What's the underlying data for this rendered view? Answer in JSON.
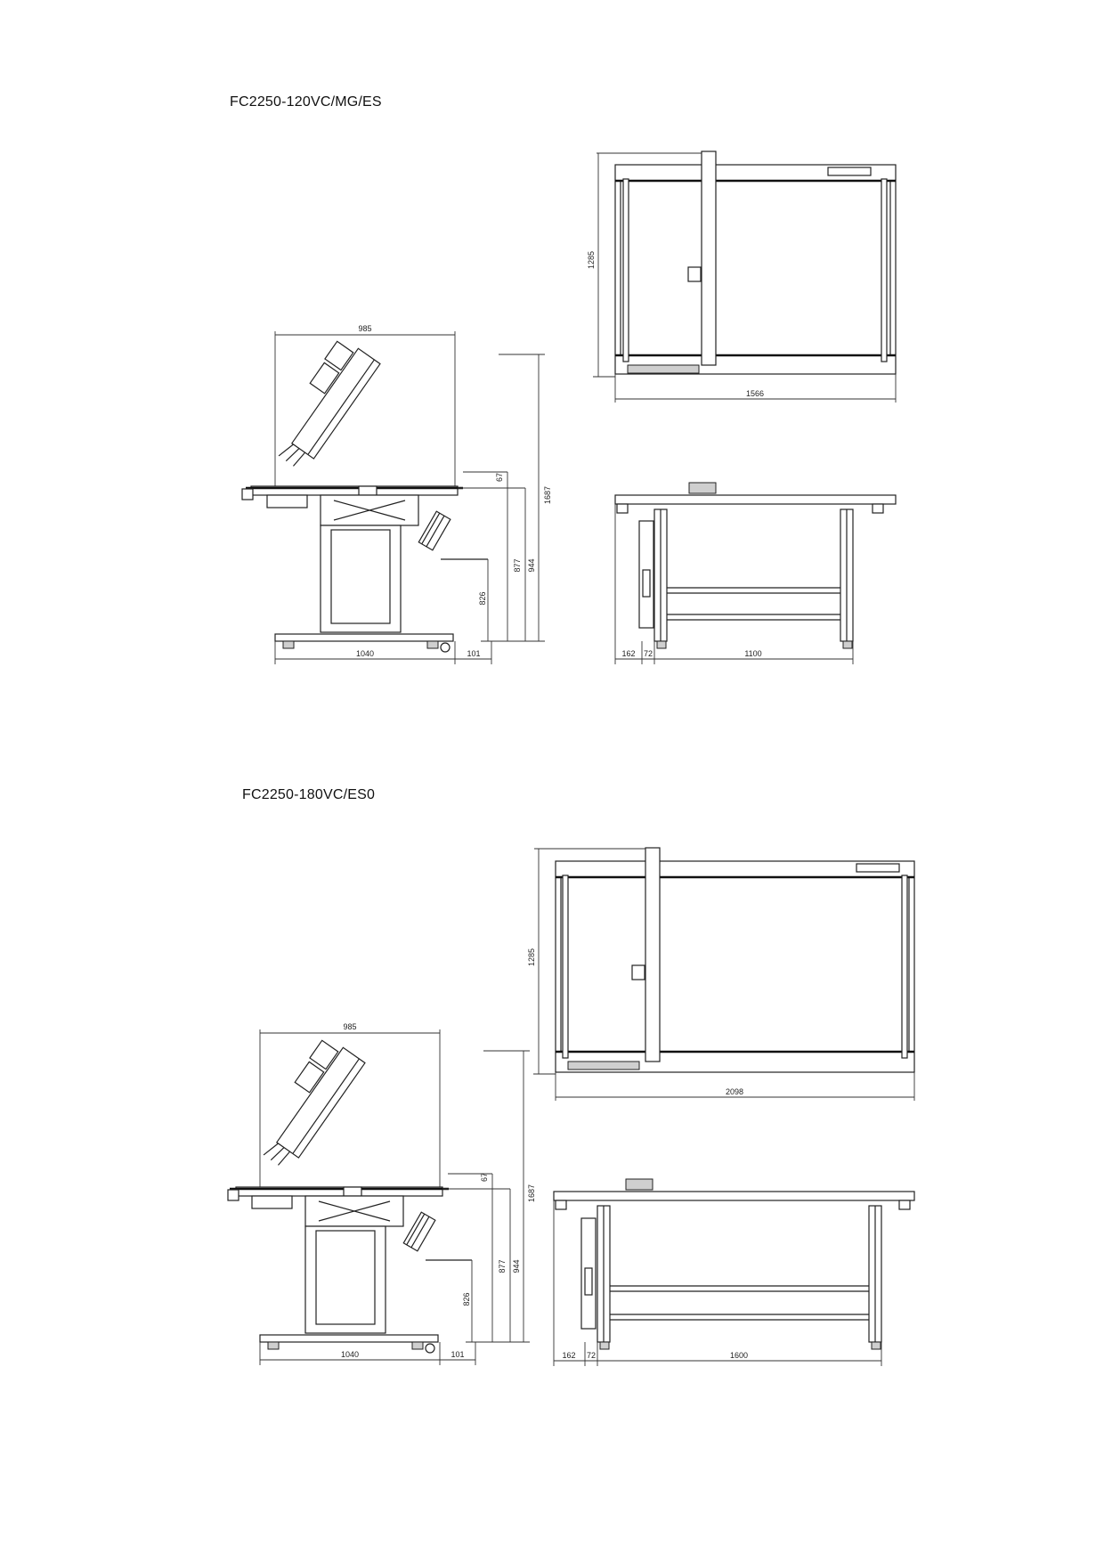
{
  "drawings": [
    {
      "model": "FC2250-120VC/MG/ES",
      "side_view": {
        "top_width": "985",
        "base_width": "1040",
        "offset": "101",
        "heights": [
          "67",
          "877",
          "826",
          "944",
          "1687"
        ]
      },
      "top_view": {
        "depth": "1285",
        "width": "1566"
      },
      "front_view": {
        "dims": [
          "162",
          "72",
          "1100"
        ]
      }
    },
    {
      "model": "FC2250-180VC/ES0",
      "side_view": {
        "top_width": "985",
        "base_width": "1040",
        "offset": "101",
        "heights": [
          "67",
          "877",
          "826",
          "944",
          "1687"
        ]
      },
      "top_view": {
        "depth": "1285",
        "width": "2098"
      },
      "front_view": {
        "dims": [
          "162",
          "72",
          "1600"
        ]
      }
    }
  ]
}
